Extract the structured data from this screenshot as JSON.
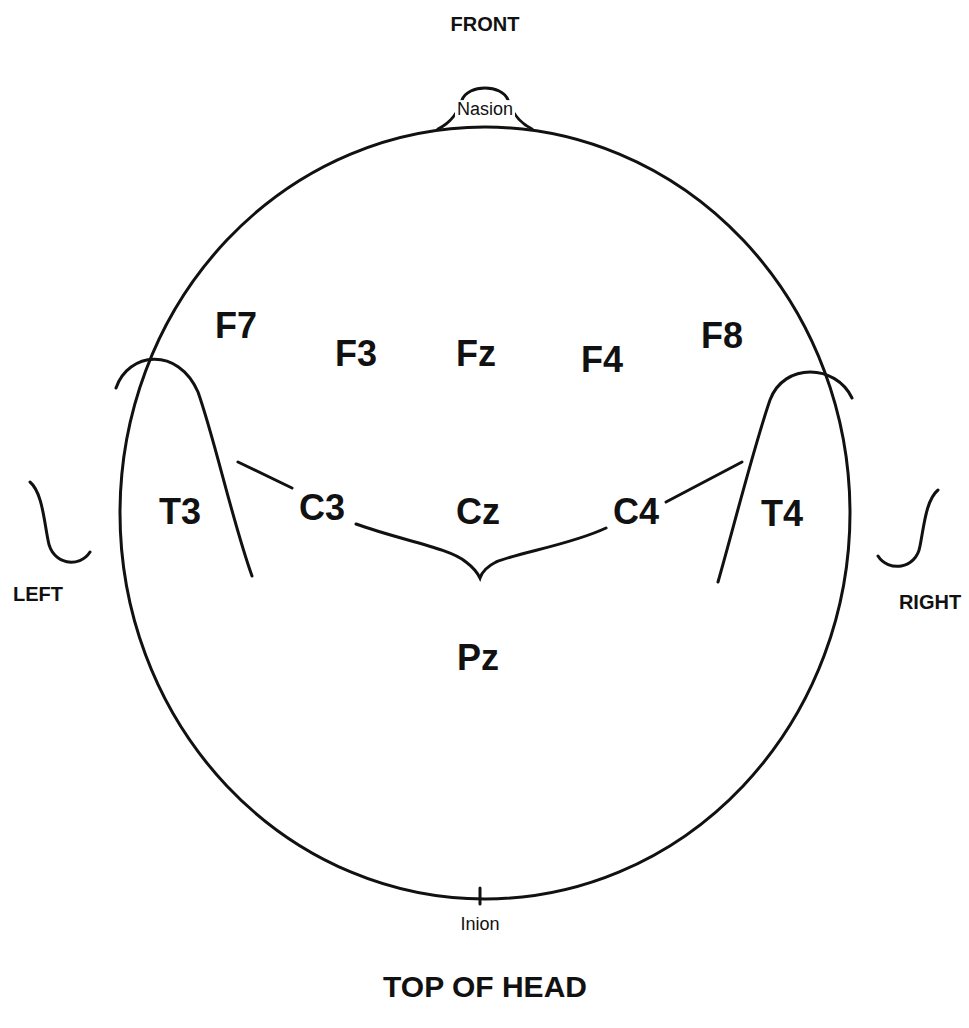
{
  "diagram": {
    "caption": "TOP OF HEAD",
    "labels": [
      "FRONT",
      "Nasion",
      "F7",
      "F3",
      "Fz",
      "F4",
      "F8",
      "T3",
      "C3",
      "Cz",
      "C4",
      "T4",
      "LEFT",
      "RIGHT",
      "Pz",
      "Inion"
    ]
  }
}
